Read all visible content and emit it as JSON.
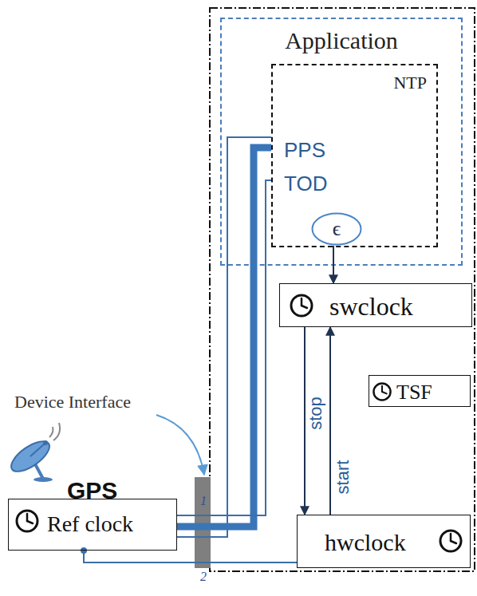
{
  "diagram": {
    "nodes": [
      {
        "text": [
          "Application"
        ]
      },
      {
        "text": [
          "NTP",
          "PPS",
          "TOD"
        ],
        "in": 0
      },
      {
        "text": [
          "ϵ"
        ],
        "in": 1
      },
      {
        "text": [
          "swclock"
        ]
      },
      {
        "text": [
          "TSF"
        ]
      },
      {
        "text": [
          "hwclock"
        ]
      },
      {
        "text": [
          "Ref clock"
        ]
      }
    ],
    "edges": [
      {
        "from": 2,
        "to": 3,
        "arrow": "to"
      },
      {
        "from": 3,
        "to": 5,
        "label": "stop",
        "arrow": "to"
      },
      {
        "from": 5,
        "to": 3,
        "label": "start",
        "arrow": "to"
      },
      {
        "from": 6,
        "to": 1,
        "arrow": "none"
      },
      {
        "from": 6,
        "to": 1,
        "arrow": "none"
      },
      {
        "from": 6,
        "to": 1,
        "arrow": "none"
      },
      {
        "from": 6,
        "to": 5,
        "arrow": "none"
      }
    ],
    "labels": [
      "Device Interface",
      "GPS",
      "1",
      "2"
    ]
  }
}
